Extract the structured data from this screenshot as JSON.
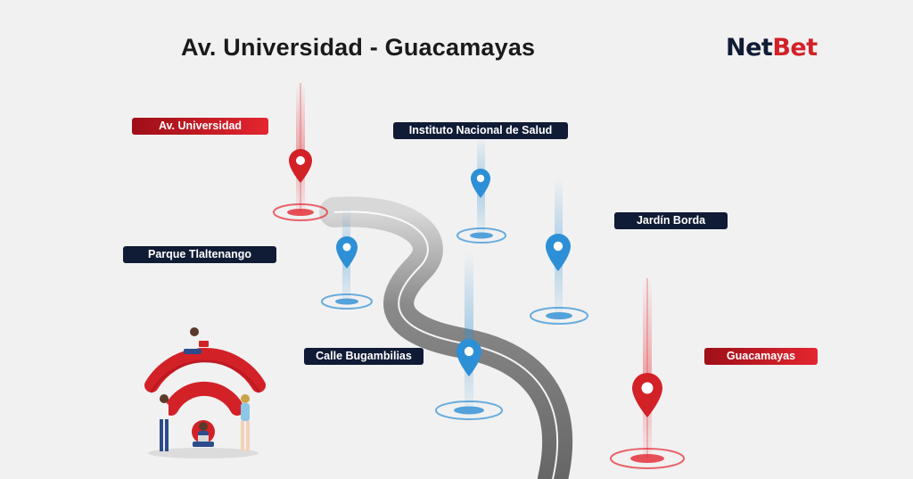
{
  "title": "Av. Universidad - Guacamayas",
  "logo": {
    "part1": "Net",
    "part2": "Bet"
  },
  "stops": [
    {
      "label": "Av. Universidad",
      "style": "red"
    },
    {
      "label": "Instituto Nacional de Salud",
      "style": "navy"
    },
    {
      "label": "Jardín Borda",
      "style": "navy"
    },
    {
      "label": "Parque Tlaltenango",
      "style": "navy"
    },
    {
      "label": "Calle Bugambilias",
      "style": "navy"
    },
    {
      "label": "Guacamayas",
      "style": "red"
    }
  ],
  "colors": {
    "red": "#d32128",
    "navy": "#101b35",
    "blue": "#2d8fd6",
    "road": "#7a7a7a"
  },
  "icons": [
    "map-pin-icon",
    "wifi-icon"
  ]
}
